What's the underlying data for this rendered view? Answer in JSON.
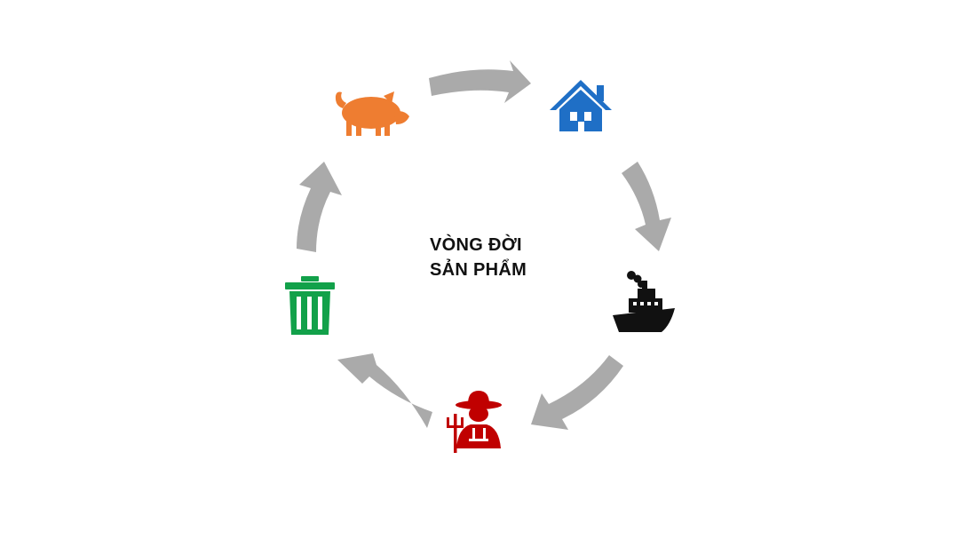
{
  "title_lines": [
    "VÒNG ĐỜI",
    "SẢN PHẨM"
  ],
  "colors": {
    "arrow": "#aaaaaa",
    "pig": "#ee7d31",
    "house": "#1f6fc6",
    "ship": "#111111",
    "farmer": "#c00000",
    "trash": "#12a14a",
    "text": "#111111"
  },
  "nodes": [
    {
      "id": "pig",
      "icon": "pig-icon"
    },
    {
      "id": "house",
      "icon": "house-icon"
    },
    {
      "id": "ship",
      "icon": "ship-icon"
    },
    {
      "id": "farmer",
      "icon": "farmer-icon"
    },
    {
      "id": "trash",
      "icon": "trash-icon"
    }
  ],
  "flow": [
    {
      "from": "pig",
      "to": "house"
    },
    {
      "from": "house",
      "to": "ship"
    },
    {
      "from": "ship",
      "to": "farmer"
    },
    {
      "from": "farmer",
      "to": "trash"
    },
    {
      "from": "trash",
      "to": "pig"
    }
  ]
}
